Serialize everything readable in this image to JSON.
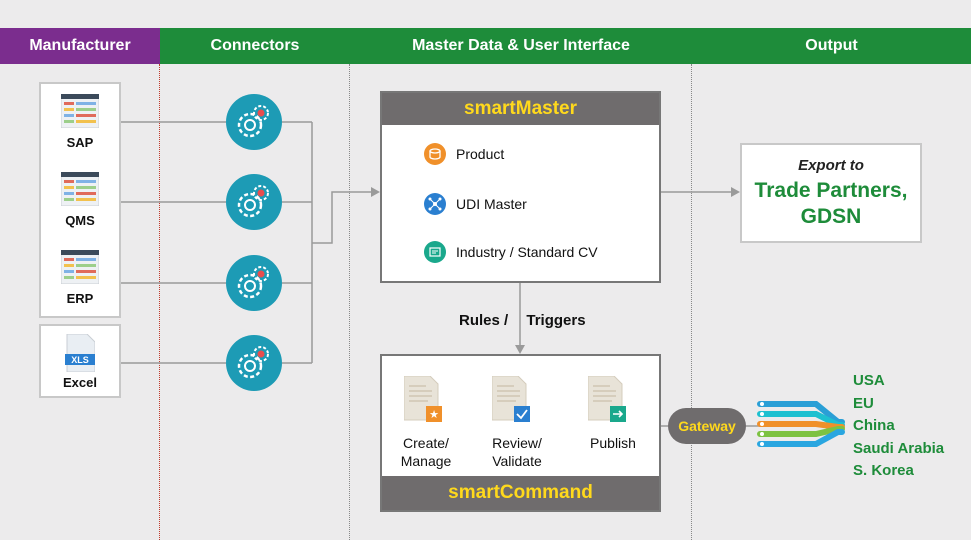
{
  "headers": {
    "manufacturer": "Manufacturer",
    "connectors": "Connectors",
    "master_data": "Master Data & User Interface",
    "output": "Output"
  },
  "sources": [
    {
      "label": "SAP",
      "icon": "spreadsheet-icon"
    },
    {
      "label": "QMS",
      "icon": "spreadsheet-icon"
    },
    {
      "label": "ERP",
      "icon": "spreadsheet-icon"
    },
    {
      "label": "Excel",
      "icon": "xls-file-icon",
      "badge": "XLS"
    }
  ],
  "connectors": {
    "icon": "gears-icon",
    "count": 4
  },
  "smart_master": {
    "title": "smartMaster",
    "items": [
      {
        "label": "Product",
        "icon": "database-icon",
        "color": "#f0902a"
      },
      {
        "label": "UDI Master",
        "icon": "network-icon",
        "color": "#2a7fd0"
      },
      {
        "label": "Industry / Standard CV",
        "icon": "vocabulary-icon",
        "color": "#1aa88c"
      }
    ]
  },
  "rules_triggers": {
    "rules": "Rules /",
    "triggers": "Triggers"
  },
  "smart_command": {
    "title": "smartCommand",
    "actions": [
      {
        "line1": "Create/",
        "line2": "Manage",
        "icon": "star-document-icon",
        "color": "#f0902a"
      },
      {
        "line1": "Review/",
        "line2": "Validate",
        "icon": "check-document-icon",
        "color": "#2a7fd0"
      },
      {
        "line1": "Publish",
        "line2": "",
        "icon": "arrow-document-icon",
        "color": "#1aa88c"
      }
    ]
  },
  "export": {
    "line1": "Export to",
    "line2": "Trade Partners,",
    "line3": "GDSN"
  },
  "gateway": "Gateway",
  "countries": [
    "USA",
    "EU",
    "China",
    "Saudi Arabia",
    "S. Korea"
  ],
  "colors": {
    "purple": "#7b2d8e",
    "green": "#1e8c3a",
    "gray": "#6f6c6d",
    "yellow": "#ffd91c",
    "teal": "#1d9bb5"
  }
}
